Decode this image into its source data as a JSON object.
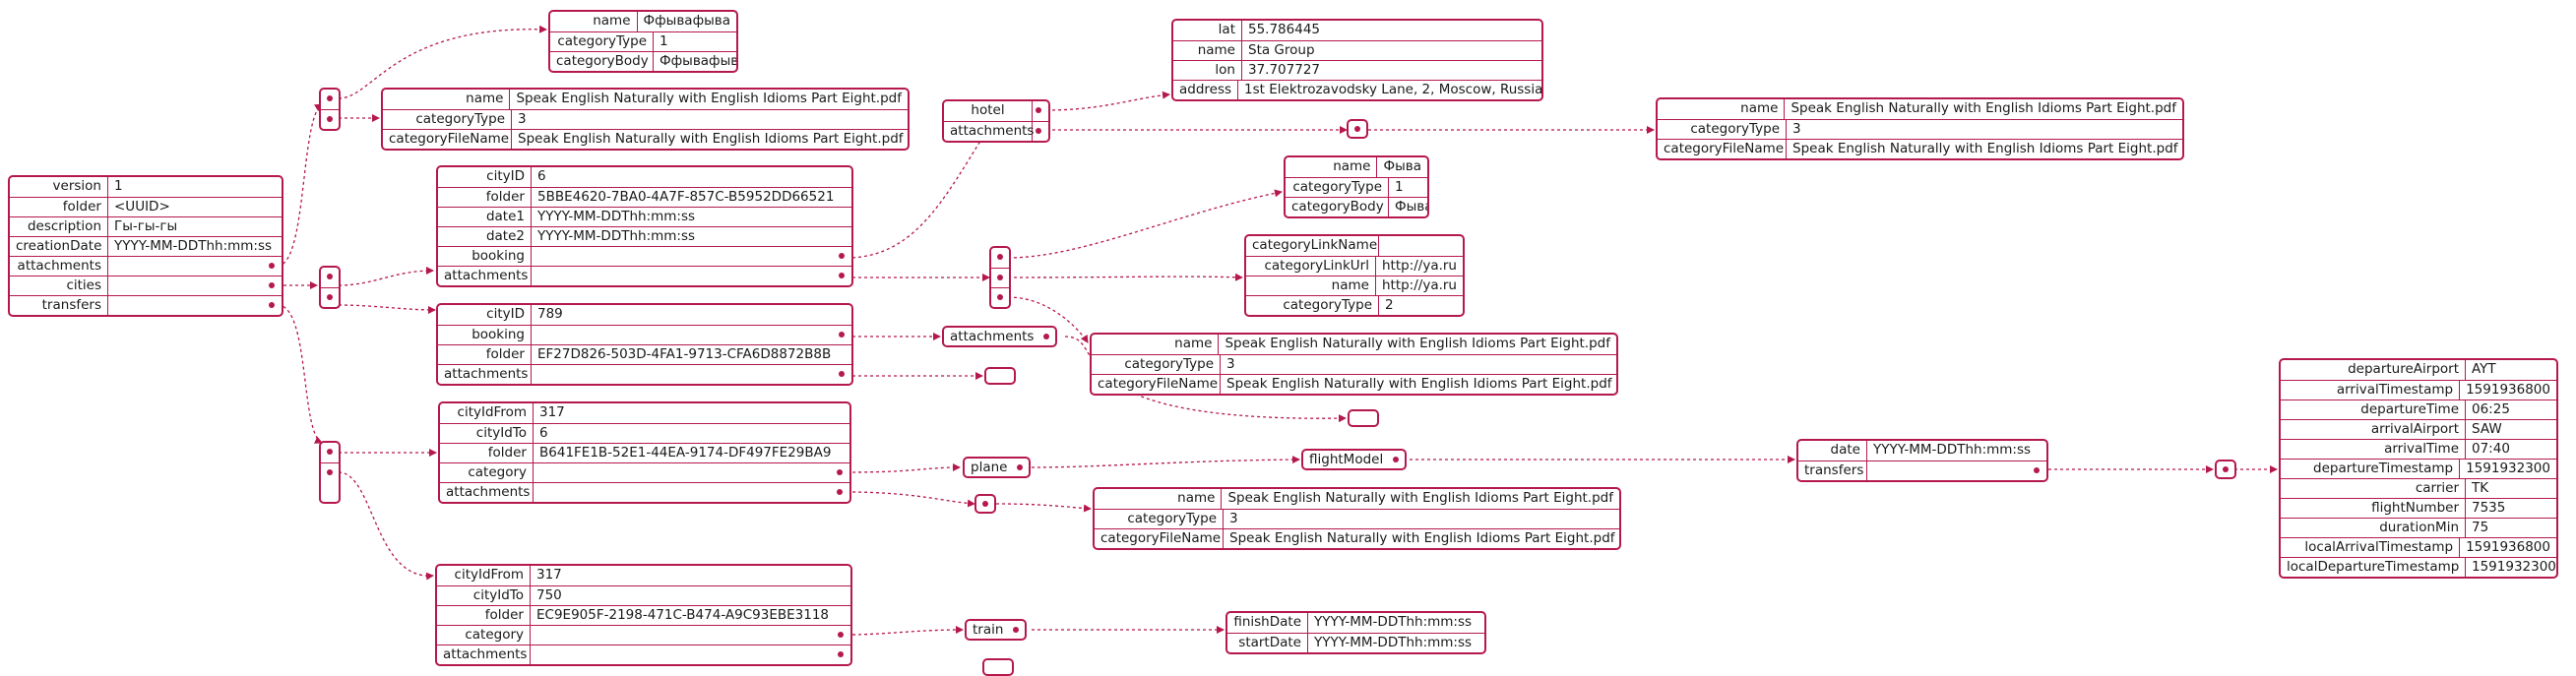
{
  "colors": {
    "accent": "#b5184f"
  },
  "root": {
    "version_key": "version",
    "version": "1",
    "folder_key": "folder",
    "folder": "<UUID>",
    "description_key": "description",
    "description": "Гы-гы-гы",
    "creationDate_key": "creationDate",
    "creationDate": "YYYY-MM-DDThh:mm:ss",
    "attachments_key": "attachments",
    "cities_key": "cities",
    "transfers_key": "transfers"
  },
  "root_attach_0": {
    "name_key": "name",
    "name": "Ффывафыва",
    "categoryType_key": "categoryType",
    "categoryType": "1",
    "categoryBody_key": "categoryBody",
    "categoryBody": "Ффывафыва"
  },
  "root_attach_1": {
    "name_key": "name",
    "name": "Speak English Naturally with English Idioms Part Eight.pdf",
    "categoryType_key": "categoryType",
    "categoryType": "3",
    "categoryFileName_key": "categoryFileName",
    "categoryFileName": "Speak English Naturally with English Idioms Part Eight.pdf"
  },
  "city_0": {
    "cityID_key": "cityID",
    "cityID": "6",
    "folder_key": "folder",
    "folder": "5BBE4620-7BA0-4A7F-857C-B5952DD66521",
    "date1_key": "date1",
    "date1": "YYYY-MM-DDThh:mm:ss",
    "date2_key": "date2",
    "date2": "YYYY-MM-DDThh:mm:ss",
    "booking_key": "booking",
    "attachments_key": "attachments"
  },
  "city_0_booking": {
    "hotel_key": "hotel",
    "attachments_key": "attachments"
  },
  "hotel": {
    "lat_key": "lat",
    "lat": "55.786445",
    "name_key": "name",
    "name": "Sta Group",
    "lon_key": "lon",
    "lon": "37.707727",
    "address_key": "address",
    "address": "1st Elektrozavodsky Lane, 2, Moscow, Russia"
  },
  "booking_attach_0": {
    "name_key": "name",
    "name": "Speak English Naturally with English Idioms Part Eight.pdf",
    "categoryType_key": "categoryType",
    "categoryType": "3",
    "categoryFileName_key": "categoryFileName",
    "categoryFileName": "Speak English Naturally with English Idioms Part Eight.pdf"
  },
  "city_0_attach_0": {
    "name_key": "name",
    "name": "Фыва",
    "categoryType_key": "categoryType",
    "categoryType": "1",
    "categoryBody_key": "categoryBody",
    "categoryBody": "Фыва"
  },
  "city_0_attach_1": {
    "categoryLinkName_key": "categoryLinkName",
    "categoryLinkName": "",
    "categoryLinkUrl_key": "categoryLinkUrl",
    "categoryLinkUrl": "http://ya.ru",
    "name_key": "name",
    "name": "http://ya.ru",
    "categoryType_key": "categoryType",
    "categoryType": "2"
  },
  "city_0_attach_2": {
    "name_key": "name",
    "name": "Speak English Naturally with English Idioms Part Eight.pdf",
    "categoryType_key": "categoryType",
    "categoryType": "3",
    "categoryFileName_key": "categoryFileName",
    "categoryFileName": "Speak English Naturally with English Idioms Part Eight.pdf"
  },
  "city_1": {
    "cityID_key": "cityID",
    "cityID": "789",
    "booking_key": "booking",
    "folder_key": "folder",
    "folder": "EF27D826-503D-4FA1-9713-CFA6D8872B8B",
    "attachments_key": "attachments"
  },
  "city_1_booking": {
    "attachments_key": "attachments"
  },
  "transfer_0": {
    "cityIdFrom_key": "cityIdFrom",
    "cityIdFrom": "317",
    "cityIdTo_key": "cityIdTo",
    "cityIdTo": "6",
    "folder_key": "folder",
    "folder": "B641FE1B-52E1-44EA-9174-DF497FE29BA9",
    "category_key": "category",
    "attachments_key": "attachments"
  },
  "transfer_0_category": {
    "plane_key": "plane"
  },
  "plane": {
    "flightModel_key": "flightModel"
  },
  "flightModel": {
    "date_key": "date",
    "date": "YYYY-MM-DDThh:mm:ss",
    "transfers_key": "transfers"
  },
  "flight": {
    "departureAirport_key": "departureAirport",
    "departureAirport": "AYT",
    "arrivalTimestamp_key": "arrivalTimestamp",
    "arrivalTimestamp": "1591936800",
    "departureTime_key": "departureTime",
    "departureTime": "06:25",
    "arrivalAirport_key": "arrivalAirport",
    "arrivalAirport": "SAW",
    "arrivalTime_key": "arrivalTime",
    "arrivalTime": "07:40",
    "departureTimestamp_key": "departureTimestamp",
    "departureTimestamp": "1591932300",
    "carrier_key": "carrier",
    "carrier": "TK",
    "flightNumber_key": "flightNumber",
    "flightNumber": "7535",
    "durationMin_key": "durationMin",
    "durationMin": "75",
    "localArrivalTimestamp_key": "localArrivalTimestamp",
    "localArrivalTimestamp": "1591936800",
    "localDepartureTimestamp_key": "localDepartureTimestamp",
    "localDepartureTimestamp": "1591932300"
  },
  "transfer_0_attach_0": {
    "name_key": "name",
    "name": "Speak English Naturally with English Idioms Part Eight.pdf",
    "categoryType_key": "categoryType",
    "categoryType": "3",
    "categoryFileName_key": "categoryFileName",
    "categoryFileName": "Speak English Naturally with English Idioms Part Eight.pdf"
  },
  "transfer_1": {
    "cityIdFrom_key": "cityIdFrom",
    "cityIdFrom": "317",
    "cityIdTo_key": "cityIdTo",
    "cityIdTo": "750",
    "folder_key": "folder",
    "folder": "EC9E905F-2198-471C-B474-A9C93EBE3118",
    "category_key": "category",
    "attachments_key": "attachments"
  },
  "transfer_1_category": {
    "train_key": "train"
  },
  "train": {
    "finishDate_key": "finishDate",
    "finishDate": "YYYY-MM-DDThh:mm:ss",
    "startDate_key": "startDate",
    "startDate": "YYYY-MM-DDThh:mm:ss"
  }
}
